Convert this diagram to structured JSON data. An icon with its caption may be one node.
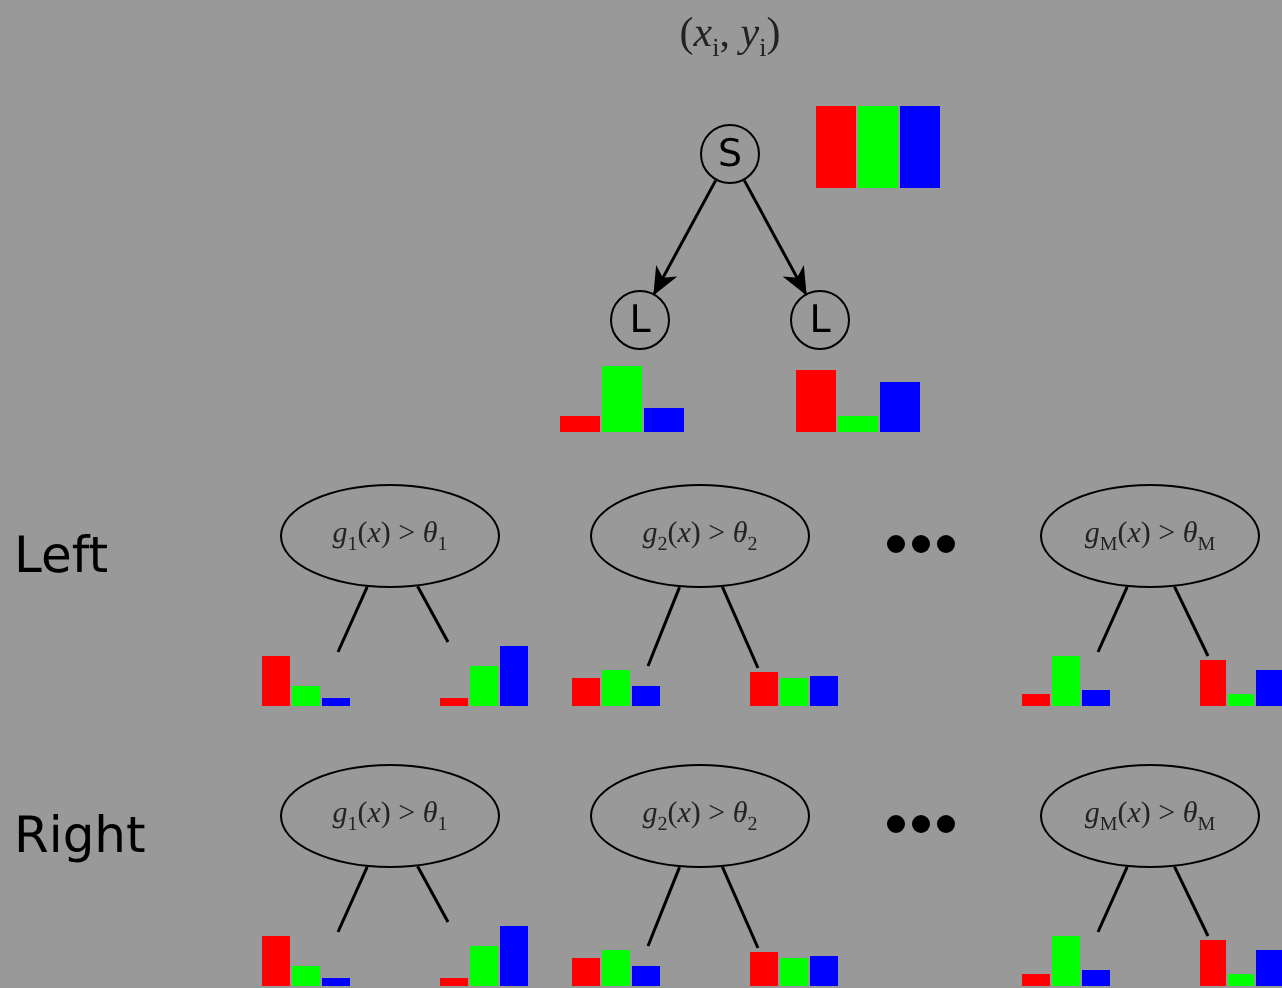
{
  "diagram": {
    "nodes": [
      {
        "text": [
          "S"
        ]
      },
      {
        "text": [
          "L"
        ]
      },
      {
        "text": [
          "L"
        ]
      },
      {
        "text": [
          "*g*$_{1}$(*x*) > *θ*$_{1}$"
        ]
      },
      {
        "text": [],
        "shape": "picture"
      },
      {
        "text": [],
        "shape": "picture"
      },
      {
        "text": [
          "*g*$_{2}$(*x*) > *θ*$_{2}$"
        ]
      },
      {
        "text": [],
        "shape": "picture"
      },
      {
        "text": [],
        "shape": "picture"
      },
      {
        "text": [
          "*g*$_{M}$(*x*) > *θ*$_{M}$"
        ]
      },
      {
        "text": [],
        "shape": "picture"
      },
      {
        "text": [],
        "shape": "picture"
      },
      {
        "text": [
          "*g*$_{1}$(*x*) > *θ*$_{1}$"
        ]
      },
      {
        "text": [],
        "shape": "picture"
      },
      {
        "text": [],
        "shape": "picture"
      },
      {
        "text": [
          "*g*$_{2}$(*x*) > *θ*$_{2}$"
        ]
      },
      {
        "text": [],
        "shape": "picture"
      },
      {
        "text": [],
        "shape": "picture"
      },
      {
        "text": [
          "*g*$_{M}$(*x*) > *θ*$_{M}$"
        ]
      },
      {
        "text": [],
        "shape": "picture"
      },
      {
        "text": [],
        "shape": "picture"
      }
    ],
    "edges": [
      {
        "from": 0,
        "to": 1,
        "arrow": "to"
      },
      {
        "from": 0,
        "to": 2,
        "arrow": "to"
      },
      {
        "from": 3,
        "to": 4,
        "arrow": "none"
      },
      {
        "from": 3,
        "to": 5,
        "arrow": "none"
      },
      {
        "from": 6,
        "to": 7,
        "arrow": "none"
      },
      {
        "from": 6,
        "to": 8,
        "arrow": "none"
      },
      {
        "from": 9,
        "to": 10,
        "arrow": "none"
      },
      {
        "from": 9,
        "to": 11,
        "arrow": "none"
      },
      {
        "from": 12,
        "to": 13,
        "arrow": "none"
      },
      {
        "from": 12,
        "to": 14,
        "arrow": "none"
      },
      {
        "from": 15,
        "to": 16,
        "arrow": "none"
      },
      {
        "from": 15,
        "to": 17,
        "arrow": "none"
      },
      {
        "from": 18,
        "to": 19,
        "arrow": "none"
      },
      {
        "from": 18,
        "to": 20,
        "arrow": "none"
      }
    ],
    "labels": [
      "(*x*$_{i}$, *y*$_{i}$)",
      "Left",
      "Right"
    ]
  }
}
